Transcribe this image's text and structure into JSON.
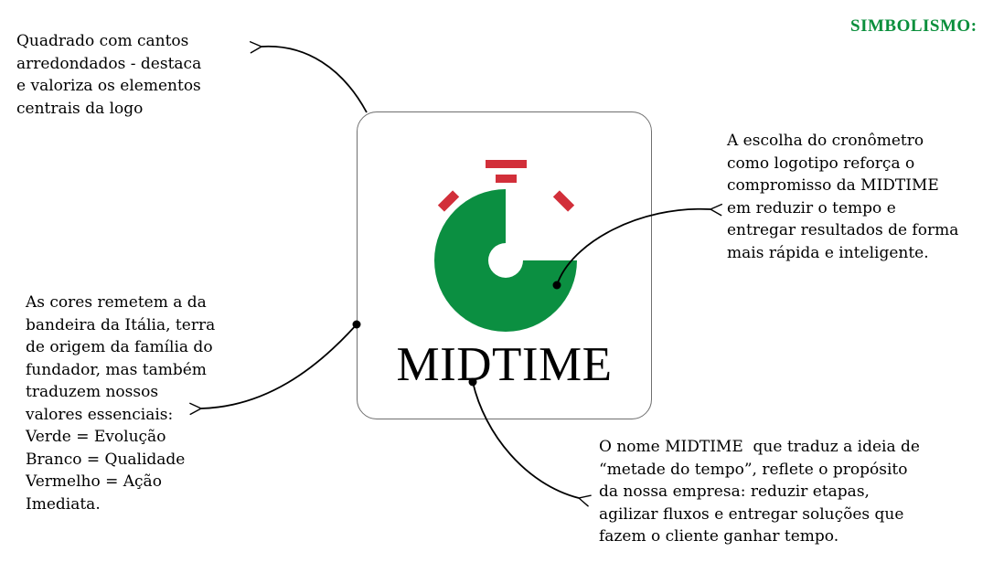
{
  "title": "SIMBOLISMO:",
  "brand_name": "MIDTIME",
  "notes": {
    "rounded_square": "Quadrado com cantos\narredondados - destaca\ne valoriza os elementos\ncentrais da logo",
    "colors": "As cores remetem a da\nbandeira da Itália, terra\nde origem da família do\nfundador, mas também\ntraduzem nossos\nvalores essenciais:\nVerde = Evolução\nBranco = Qualidade\nVermelho = Ação\nImediata.",
    "stopwatch": "A escolha do cronômetro\ncomo logotipo reforça o\ncompromisso da MIDTIME\nem reduzir o tempo e\nentregar resultados de forma\nmais rápida e inteligente.",
    "name": "O nome MIDTIME  que traduz a ideia de\n“metade do tempo”, reflete o propósito\nda nossa empresa: reduzir etapas,\nagilizar fluxos e entregar soluções que\nfazem o cliente ganhar tempo."
  },
  "colors": {
    "title_green": "#0a8f3c",
    "logo_green": "#0b8f41",
    "logo_red": "#d22f3a"
  },
  "icons": [
    "stopwatch-logo-icon",
    "arrow-icon"
  ]
}
